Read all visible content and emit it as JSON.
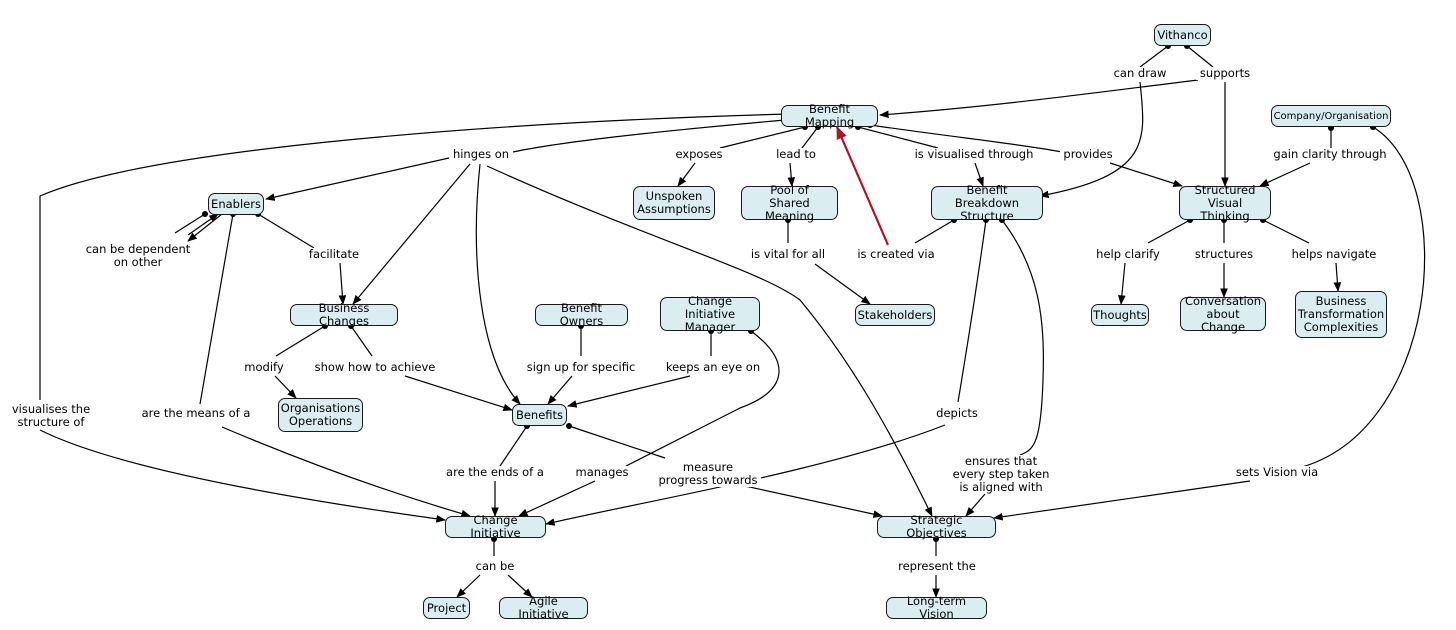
{
  "concepts": {
    "vithanco": "Vithanco",
    "benefit_mapping": "Benefit Mapping",
    "company": "Company/Organisation",
    "enablers": "Enablers",
    "unspoken": "Unspoken\nAssumptions",
    "pool": "Pool of\nShared Meaning",
    "bbs": "Benefit Breakdown\nStructure",
    "svt": "Structured\nVisual Thinking",
    "business_changes": "Business Changes",
    "benefit_owners": "Benefit Owners",
    "cim": "Change Initiative\nManager",
    "stakeholders": "Stakeholders",
    "thoughts": "Thoughts",
    "conversation": "Conversation\nabout Change",
    "btc": "Business\nTransformation\nComplexities",
    "org_ops": "Organisations\nOperations",
    "benefits": "Benefits",
    "change_initiative": "Change Initiative",
    "strategic_objectives": "Strategic Objectives",
    "project": "Project",
    "agile": "Agile Initiative",
    "long_term_vision": "Long-term Vision"
  },
  "links": {
    "can_draw": "can draw",
    "supports": "supports",
    "hinges_on": "hinges on",
    "exposes": "exposes",
    "lead_to": "lead to",
    "is_visualised_through": "is visualised through",
    "provides": "provides",
    "gain_clarity_through": "gain clarity through",
    "can_be_dependent": "can be dependent\non other",
    "facilitate": "facilitate",
    "is_vital_for_all": "is vital for all",
    "is_created_via": "is created via",
    "help_clarify": "help clarify",
    "structures": "structures",
    "helps_navigate": "helps navigate",
    "modify": "modify",
    "show_how": "show how to achieve",
    "sign_up": "sign up for specific",
    "keeps_eye": "keeps an eye on",
    "visualises_structure": "visualises the\nstructure of",
    "means_of": "are the means of a",
    "depicts": "depicts",
    "ends_of": "are the ends of a",
    "manages": "manages",
    "measure_progress": "measure\nprogress towards",
    "ensures": "ensures that\nevery step taken\nis aligned with",
    "sets_vision": "sets Vision via",
    "can_be": "can be",
    "represent_the": "represent the"
  },
  "colors": {
    "concept_fill": "#daeef2",
    "concept_border": "#1a1a1a",
    "highlight_link": "#b11226"
  }
}
